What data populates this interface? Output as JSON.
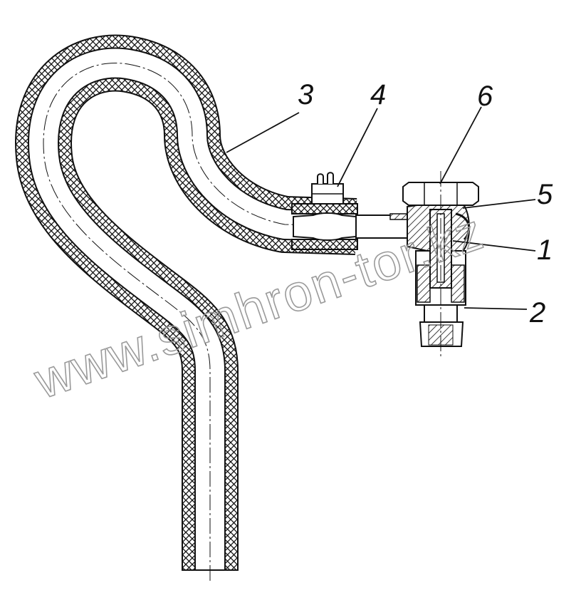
{
  "callouts": {
    "c1": "1",
    "c2": "2",
    "c3": "3",
    "c4": "4",
    "c5": "5",
    "c6": "6"
  },
  "watermark": "www.simhron-tor.kz",
  "colors": {
    "ink": "#111111",
    "watermark": "#9a9a9a",
    "background": "#ffffff"
  }
}
